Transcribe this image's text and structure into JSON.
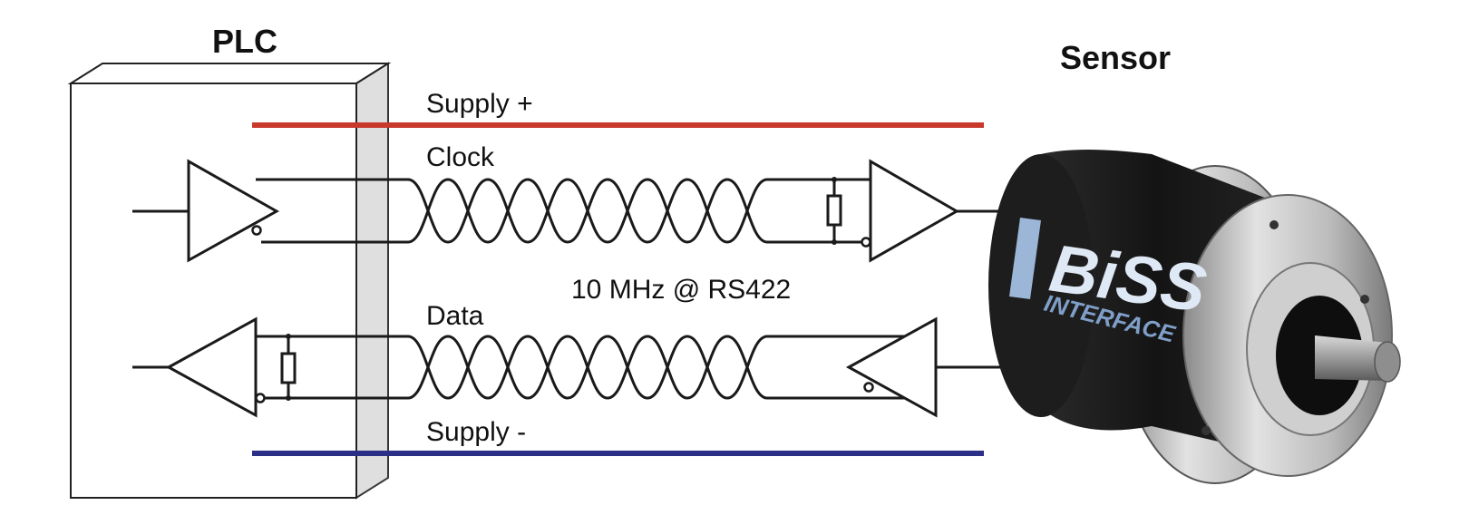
{
  "diagram": {
    "plc_title": "PLC",
    "sensor_title": "Sensor",
    "signals": {
      "supply_plus": "Supply +",
      "clock": "Clock",
      "data": "Data",
      "supply_minus": "Supply -"
    },
    "link_spec": "10 MHz @ RS422",
    "logo": {
      "main": "BiSS",
      "sub": "INTERFACE"
    },
    "colors": {
      "supply_plus": "#c8382b",
      "supply_minus": "#2b2f86",
      "sensor_body": "#161616",
      "logo_blue": "#9bb6d6"
    }
  }
}
